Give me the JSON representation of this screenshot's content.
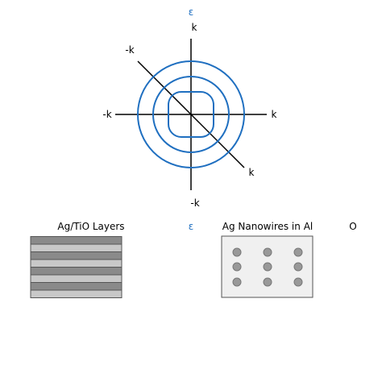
{
  "top_diagram": {
    "epsilon_symbol": "ε",
    "axis_labels": {
      "k_top": "k",
      "neg_k_bottom": "-k",
      "neg_k_left": "-k",
      "k_right": "k",
      "neg_k_diagonal": "-k",
      "k_diagonal": "k"
    },
    "contour_count": 3,
    "colors": {
      "contour": "#1f6fc0",
      "axis": "#000000",
      "epsilon": "#1f6fc0"
    }
  },
  "left_panel": {
    "title": "Ag/TiO Layers",
    "layer_count": 8,
    "colors": {
      "dark_layer": "#8a8a8a",
      "light_layer": "#c8c8c8",
      "border": "#555555"
    }
  },
  "middle": {
    "epsilon_symbol": "ε"
  },
  "right_panel": {
    "title": "Ag Nanowires in Al",
    "trailing_symbol": "O",
    "wire_rows": 3,
    "wire_columns": 3,
    "colors": {
      "box_fill": "#f0f0f0",
      "box_border": "#555555",
      "wire_fill": "#999999",
      "wire_border": "#777777"
    }
  }
}
